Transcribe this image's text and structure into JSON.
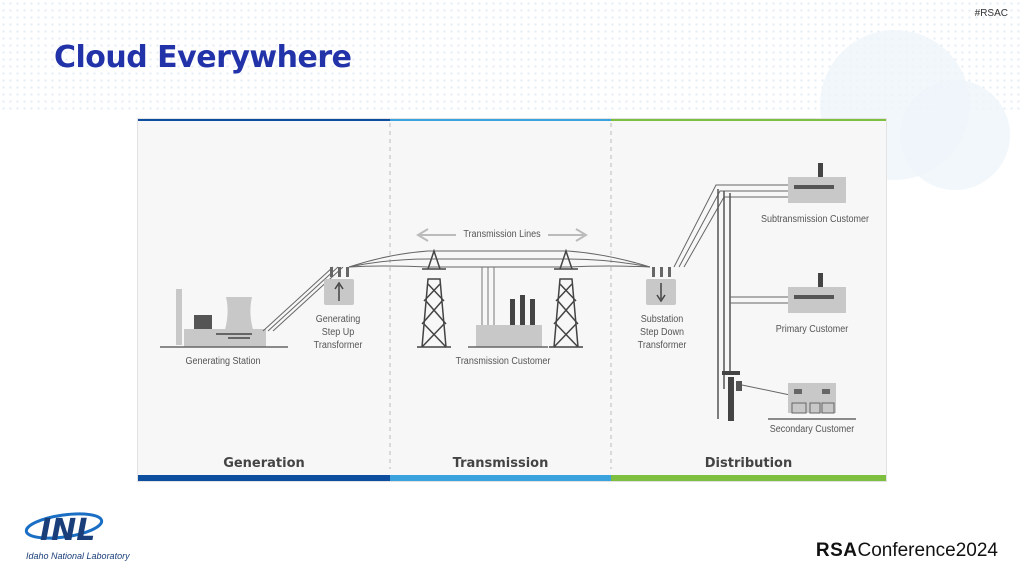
{
  "header": {
    "hashtag": "#RSAC",
    "title": "Cloud Everywhere"
  },
  "diagram": {
    "labels": {
      "generating_station": "Generating Station",
      "step_up_1": "Generating",
      "step_up_2": "Step Up",
      "step_up_3": "Transformer",
      "transmission_lines": "Transmission Lines",
      "transmission_customer": "Transmission Customer",
      "step_down_1": "Substation",
      "step_down_2": "Step Down",
      "step_down_3": "Transformer",
      "subtransmission_customer": "Subtransmission Customer",
      "primary_customer": "Primary Customer",
      "secondary_customer": "Secondary Customer"
    },
    "sections": {
      "generation": "Generation",
      "transmission": "Transmission",
      "distribution": "Distribution"
    },
    "colors": {
      "generation": "#0d4f9e",
      "transmission": "#3aa3dd",
      "distribution": "#7fbf3f",
      "structure": "#555555",
      "building": "#c8c8c8"
    }
  },
  "footer": {
    "inl_logo": "INL",
    "inl_name": "Idaho National Laboratory",
    "rsa_bold": "RSA",
    "rsa_rest": "Conference",
    "rsa_year": "2024"
  }
}
